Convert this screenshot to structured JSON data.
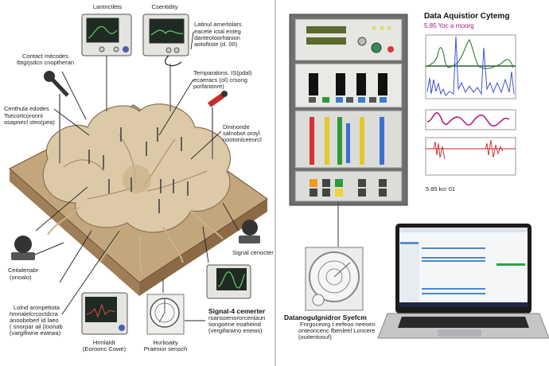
{
  "left_panel": {
    "labels": {
      "scope1_title": "Lantnctlets",
      "scope2_title": "Csentidity",
      "scope2_note": [
        "Latinul arnerlolars",
        "eacete ictal enteg",
        "danteoloorhanion",
        "aotoftiste (d. 00)"
      ],
      "contact_mic": [
        "Contact mitcodes",
        "Ibtgrjsdcn cnoptheran"
      ],
      "temperature": [
        "Temparalons. IS(pdal)",
        "ecaeracs (ol) crsong",
        "porfanonre)"
      ],
      "centhula": [
        "Centhula edodes",
        "Tsecortcoronnl",
        "osapnecl steo(pea)"
      ],
      "dininonde": [
        "Dininonde",
        "salnobot oroy\\",
        "nootonlceeorcl"
      ],
      "signal_generator": "Signal cenocter",
      "ceital_sensor": [
        "Ceitalenabr",
        "(onoalo)"
      ],
      "lolnd": [
        "Lolnd aronpetiota",
        "hmnalelcrcoctdcra",
        "anoobeberl id laeo",
        "( snorpar ail (loonab",
        "(vargifiwne ewewa)"
      ],
      "humidity_scope": [
        "Hrmlaldr",
        "(Eoroonc Cowe)"
      ],
      "humidity_dial": [
        "Hurlioaity",
        "Praenior senoch"
      ],
      "signal_converter": [
        "Signal-4 cemerter",
        "roansoenororcentaun",
        "Iiongoene eoaheind",
        "(vergifarwno enews)"
      ]
    }
  },
  "right_panel": {
    "chart_title": "Data Aquistior Cytemg",
    "chart_subtitle": "5.85 Yoc a rnoorg",
    "chart_footer": "5.85 kcr 01",
    "system_title": "Datanogulgnidror Syefcm",
    "system_desc": [
      "Fnrgoceorg t eefeoo neeoen",
      "onteoncenc fbenleel Loncere",
      "(ouitentosuf)"
    ],
    "colors": {
      "green_trace": "#2e7d32",
      "blue_trace": "#3f51d8",
      "magenta_trace": "#b0137a",
      "red_trace": "#c62828",
      "accent_title": "#a0187a"
    }
  }
}
